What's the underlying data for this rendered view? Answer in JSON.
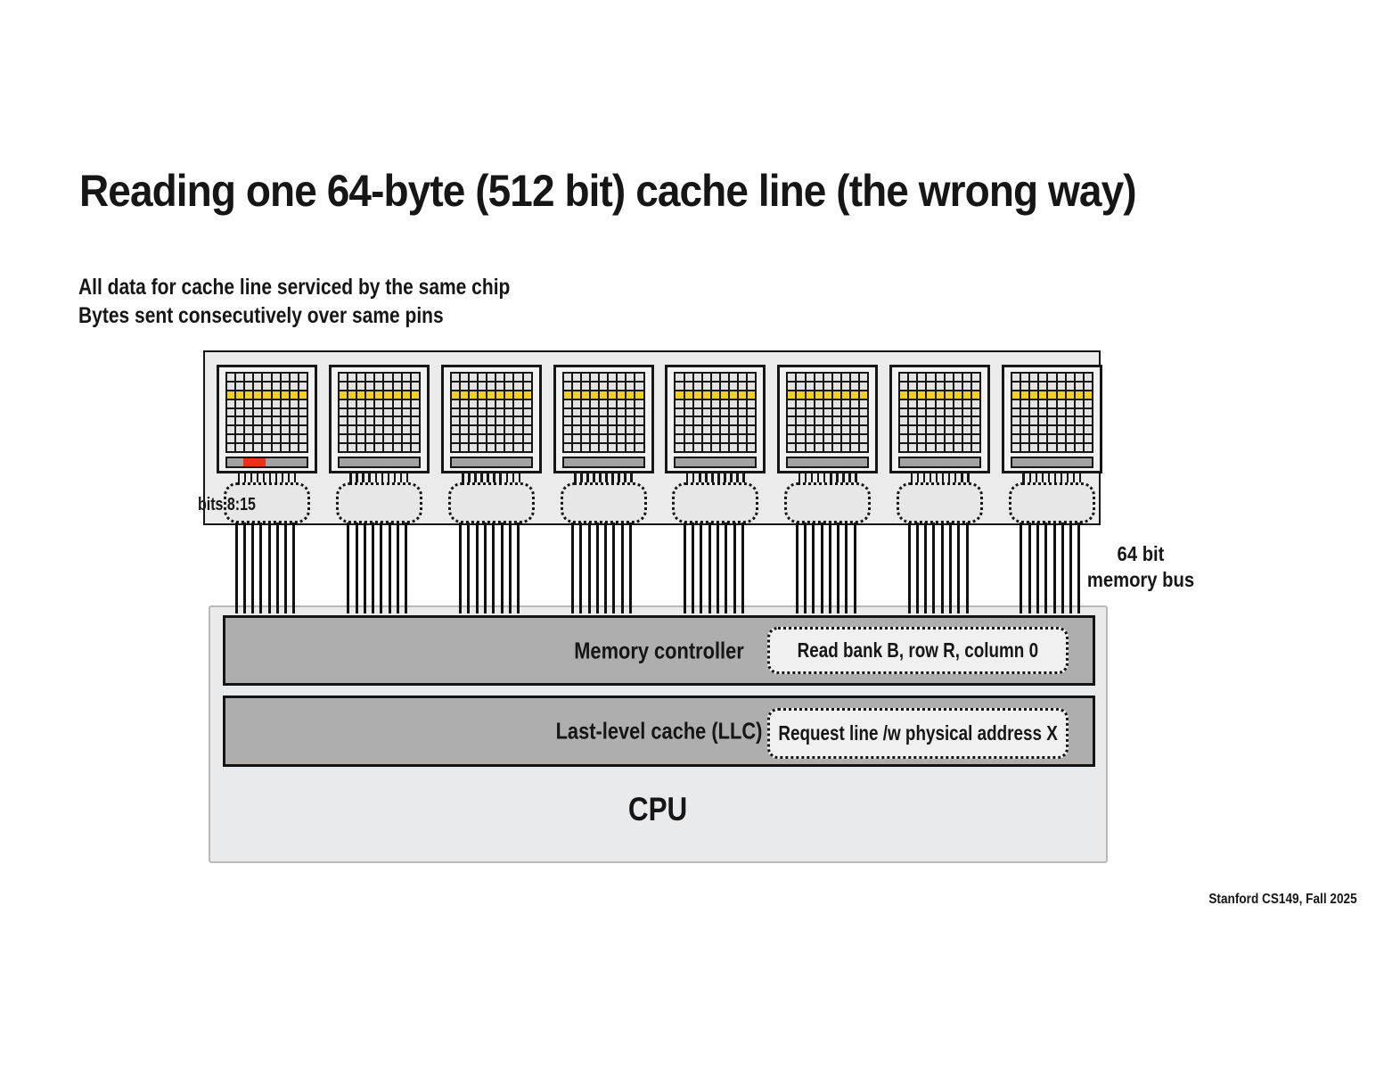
{
  "slide": {
    "title": "Reading one 64-byte (512 bit) cache line (the wrong way)",
    "subtitle": [
      "All data for cache line serviced by the same chip",
      "Bytes sent consecutively over same pins"
    ],
    "footer": "Stanford CS149, Fall 2025"
  },
  "diagram": {
    "dram": {
      "chip_count": 8,
      "grid": {
        "rows": 9,
        "cols": 9,
        "active_row_index": 2
      },
      "pins_per_chip": 10,
      "data_wires_per_chip": 8,
      "bits_label": "bits 8:15",
      "chips": [
        {
          "red_cell": true
        },
        {
          "red_cell": false
        },
        {
          "red_cell": false
        },
        {
          "red_cell": false
        },
        {
          "red_cell": false
        },
        {
          "red_cell": false
        },
        {
          "red_cell": false
        },
        {
          "red_cell": false
        }
      ]
    },
    "bus_label": [
      "64 bit",
      "memory bus"
    ],
    "memory_controller": {
      "label": "Memory controller",
      "callout": "Read bank B, row R, column 0"
    },
    "llc": {
      "label": "Last-level cache (LLC)",
      "callout": "Request line /w physical address X"
    },
    "cpu_label": "CPU",
    "colors": {
      "active_row": "#F3D01F",
      "accessed_cell": "#ED3118",
      "bar_gray": "#AEAEAE",
      "buffer_gray": "#A2A2A2",
      "module_bg": "#EBEBEB",
      "chip_bg": "#F2F2F2",
      "cell_bg": "#E3E3E3",
      "pinbox_bg": "#E7E7E7",
      "cpu_bg": "#E9EAEC"
    }
  }
}
